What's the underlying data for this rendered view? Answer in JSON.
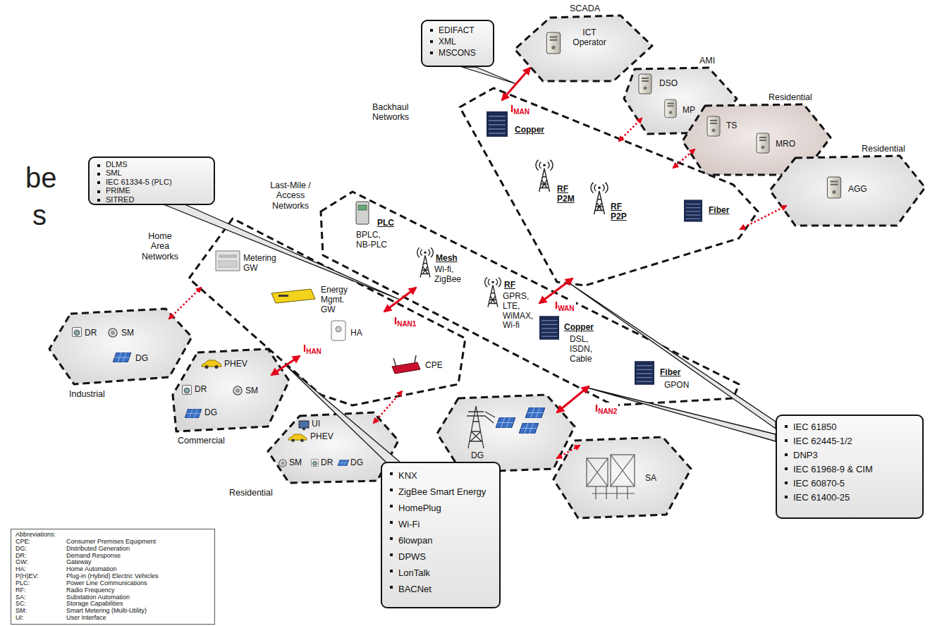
{
  "diagram": {
    "nodes": [
      {
        "text": [
          "SCADA",
          "ICT Operator"
        ]
      },
      {
        "text": [
          "AMI",
          "DSO",
          "MP"
        ]
      },
      {
        "text": [
          "Residential",
          "TS",
          "MRO"
        ]
      },
      {
        "text": [
          "Residential",
          "AGG"
        ]
      },
      {
        "text": [
          "Backhaul Networks",
          "Copper",
          "RF P2M",
          "RF P2P",
          "Fiber"
        ]
      },
      {
        "text": [
          "Last-Mile / Access Networks",
          "PLC",
          "BPLC, NB-PLC",
          "Mesh",
          "Wi-fi, ZigBee",
          "RF",
          "GPRS, LTE, WiMAX, Wi-fi",
          "Copper",
          "DSL, ISDN, Cable",
          "Fiber",
          "GPON"
        ]
      },
      {
        "text": [
          "Home Area Networks",
          "Metering GW",
          "Energy Mgmt. GW",
          "HA",
          "CPE"
        ]
      },
      {
        "text": [
          "DR",
          "SM",
          "DG",
          "Industrial"
        ]
      },
      {
        "text": [
          "PHEV",
          "DR",
          "SM",
          "DG",
          "Commercial"
        ]
      },
      {
        "text": [
          "UI",
          "PHEV",
          "SM",
          "DR",
          "DG",
          "Residential"
        ]
      },
      {
        "text": [
          "DG"
        ]
      },
      {
        "text": [
          "SA"
        ]
      },
      {
        "text": [
          "EDIFACT",
          "XML",
          "MSCONS"
        ]
      },
      {
        "text": [
          "DLMS",
          "SML",
          "IEC 61334-5 (PLC)",
          "PRIME",
          "SITRED"
        ]
      },
      {
        "text": [
          "KNX",
          "ZigBee Smart Energy",
          "HomePlug",
          "Wi-Fi",
          "6lowpan",
          "DPWS",
          "LonTalk",
          "BACNet"
        ]
      },
      {
        "text": [
          "IEC 61850",
          "IEC 62445-1/2",
          "DNP3",
          "IEC 61968-9 & CIM",
          "IEC 60870-5",
          "IEC 61400-25"
        ]
      },
      {
        "text": [
          "Abbreviations:",
          "CPE:",
          "Consumer Premises Equipment",
          "DG:",
          "Distributed Generation",
          "DR:",
          "Demand Response",
          "GW:",
          "Gateway",
          "HA:",
          "Home Automation",
          "P(H)EV:",
          "Plug-in (Hybrid) Electric Vehicles",
          "PLC:",
          "Power Line Communications",
          "RF:",
          "Radio Frequency",
          "SA:",
          "Substation Automation",
          "SC:",
          "Storage Capabilities",
          "SM:",
          "Smart Metering (Multi-Utility)",
          "UI:",
          "User Interface"
        ]
      }
    ],
    "edges": [
      {
        "from": 4,
        "to": 0,
        "arrow": "both",
        "label": "IMAN"
      },
      {
        "from": 5,
        "to": 4,
        "arrow": "both",
        "label": "IWAN"
      },
      {
        "from": 6,
        "to": 5,
        "arrow": "both",
        "label": "INAN1"
      },
      {
        "from": 10,
        "to": 5,
        "arrow": "both",
        "label": "INAN2"
      },
      {
        "from": 8,
        "to": 6,
        "arrow": "both",
        "label": "IHAN"
      },
      {
        "from": 4,
        "to": 1,
        "arrow": "both"
      },
      {
        "from": 4,
        "to": 2,
        "arrow": "both"
      },
      {
        "from": 4,
        "to": 3,
        "arrow": "both"
      },
      {
        "from": 7,
        "to": 6,
        "arrow": "both"
      },
      {
        "from": 9,
        "to": 6,
        "arrow": "both"
      },
      {
        "from": 10,
        "to": 11,
        "arrow": "both"
      }
    ],
    "labels": [
      "be",
      "s"
    ]
  }
}
